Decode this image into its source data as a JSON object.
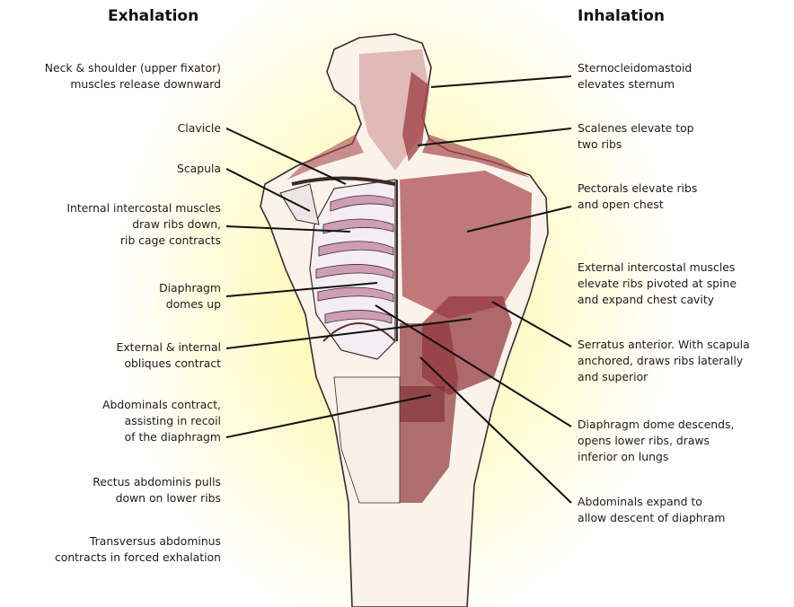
{
  "colors": {
    "background_glow": "#fff79a",
    "muscle": "#9c3b40",
    "ribs": "#cf9eb5",
    "leader_lines": "#111111"
  },
  "headings": {
    "exhalation": "Exhalation",
    "inhalation": "Inhalation"
  },
  "exhalation_labels": [
    "Neck & shoulder (upper fixator)\nmuscles release downward",
    "Clavicle",
    "Scapula",
    "Internal intercostal muscles\ndraw ribs down,\nrib cage contracts",
    "Diaphragm\ndomes up",
    "External & internal\nobliques contract",
    "Abdominals contract,\nassisting in recoil\nof the diaphragm",
    "Rectus abdominis pulls\ndown on lower ribs",
    "Transversus abdominus\ncontracts in forced exhalation"
  ],
  "inhalation_labels": [
    "Sternocleidomastoid\nelevates sternum",
    "Scalenes elevate top\ntwo ribs",
    "Pectorals elevate ribs\nand open chest",
    "External intercostal muscles\nelevate ribs pivoted at spine\nand expand chest cavity",
    "Serratus anterior. With scapula\nanchored, draws ribs laterally\nand superior",
    "Diaphragm dome descends,\nopens lower ribs, draws\ninferior on lungs",
    "Abdominals expand to\nallow descent of diaphram"
  ]
}
